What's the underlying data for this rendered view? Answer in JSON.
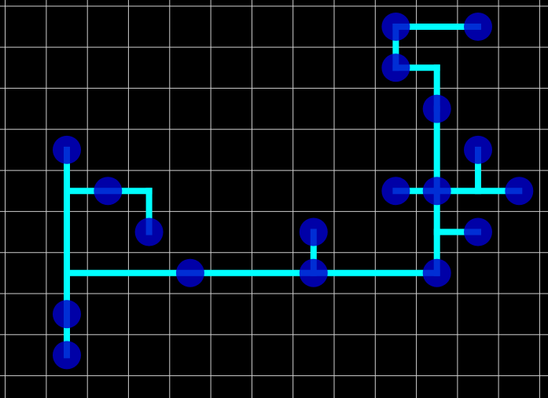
{
  "colors": {
    "background": "#000000",
    "grid_line": "#cfcfcf",
    "pipe": "#00ffff",
    "node": "#0000cc"
  },
  "grid": {
    "columns": 14,
    "rows": 10
  },
  "nodes": [
    {
      "id": "n1",
      "col": 9,
      "row": 0
    },
    {
      "id": "n2",
      "col": 11,
      "row": 0
    },
    {
      "id": "n3",
      "col": 9,
      "row": 1
    },
    {
      "id": "n4",
      "col": 10,
      "row": 2
    },
    {
      "id": "n5",
      "col": 1,
      "row": 3
    },
    {
      "id": "n6",
      "col": 11,
      "row": 3
    },
    {
      "id": "n7",
      "col": 2,
      "row": 4
    },
    {
      "id": "n8",
      "col": 9,
      "row": 4
    },
    {
      "id": "n9",
      "col": 10,
      "row": 4
    },
    {
      "id": "n10",
      "col": 12,
      "row": 4
    },
    {
      "id": "n11",
      "col": 3,
      "row": 5
    },
    {
      "id": "n12",
      "col": 7,
      "row": 5
    },
    {
      "id": "n13",
      "col": 11,
      "row": 5
    },
    {
      "id": "n14",
      "col": 4,
      "row": 6
    },
    {
      "id": "n15",
      "col": 7,
      "row": 6
    },
    {
      "id": "n16",
      "col": 10,
      "row": 6
    },
    {
      "id": "n17",
      "col": 1,
      "row": 7
    },
    {
      "id": "n18",
      "col": 1,
      "row": 8
    }
  ],
  "edges": [
    [
      [
        9,
        0
      ],
      [
        11,
        0
      ]
    ],
    [
      [
        9,
        0
      ],
      [
        9,
        1
      ]
    ],
    [
      [
        9,
        1
      ],
      [
        10,
        1
      ]
    ],
    [
      [
        10,
        1
      ],
      [
        10,
        2
      ]
    ],
    [
      [
        10,
        2
      ],
      [
        10,
        4
      ]
    ],
    [
      [
        11,
        3
      ],
      [
        11,
        4
      ]
    ],
    [
      [
        9,
        4
      ],
      [
        12,
        4
      ]
    ],
    [
      [
        10,
        4
      ],
      [
        10,
        6
      ]
    ],
    [
      [
        10,
        5
      ],
      [
        11,
        5
      ]
    ],
    [
      [
        1,
        3
      ],
      [
        1,
        8
      ]
    ],
    [
      [
        1,
        4
      ],
      [
        3,
        4
      ]
    ],
    [
      [
        3,
        4
      ],
      [
        3,
        5
      ]
    ],
    [
      [
        1,
        6
      ],
      [
        10,
        6
      ]
    ],
    [
      [
        7,
        5
      ],
      [
        7,
        6
      ]
    ]
  ]
}
